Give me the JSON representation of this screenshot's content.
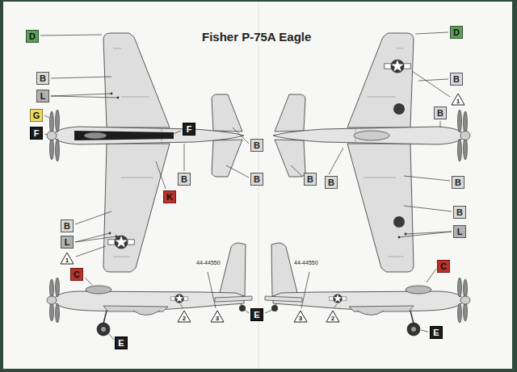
{
  "diagram": {
    "title": "Fisher P-75A Eagle",
    "nodes": [
      {
        "text": [
          "D"
        ]
      },
      {
        "text": [
          "D"
        ]
      },
      {
        "text": [
          "B"
        ]
      },
      {
        "text": [
          "B"
        ]
      },
      {
        "text": [
          "L"
        ]
      },
      {
        "text": [
          "1"
        ]
      },
      {
        "text": [
          "G"
        ]
      },
      {
        "text": [
          "B"
        ]
      },
      {
        "text": [
          "F"
        ]
      },
      {
        "text": [
          "F"
        ]
      },
      {
        "text": [
          "B"
        ]
      },
      {
        "text": [
          "B"
        ]
      },
      {
        "text": [
          "B"
        ]
      },
      {
        "text": [
          "B"
        ]
      },
      {
        "text": [
          "B"
        ]
      },
      {
        "text": [
          "B"
        ]
      },
      {
        "text": [
          "K"
        ]
      },
      {
        "text": [
          "B"
        ]
      },
      {
        "text": [
          "B"
        ]
      },
      {
        "text": [
          "L"
        ]
      },
      {
        "text": [
          "L"
        ]
      },
      {
        "text": [
          "1"
        ]
      },
      {
        "text": [
          "C"
        ]
      },
      {
        "text": [
          "C"
        ]
      },
      {
        "text": [
          "2"
        ]
      },
      {
        "text": [
          "3"
        ]
      },
      {
        "text": [
          "E"
        ]
      },
      {
        "text": [
          "3"
        ]
      },
      {
        "text": [
          "2"
        ]
      },
      {
        "text": [
          "E"
        ]
      },
      {
        "text": [
          "E"
        ]
      }
    ],
    "labels": [
      "44-44550",
      "44-44550"
    ]
  }
}
